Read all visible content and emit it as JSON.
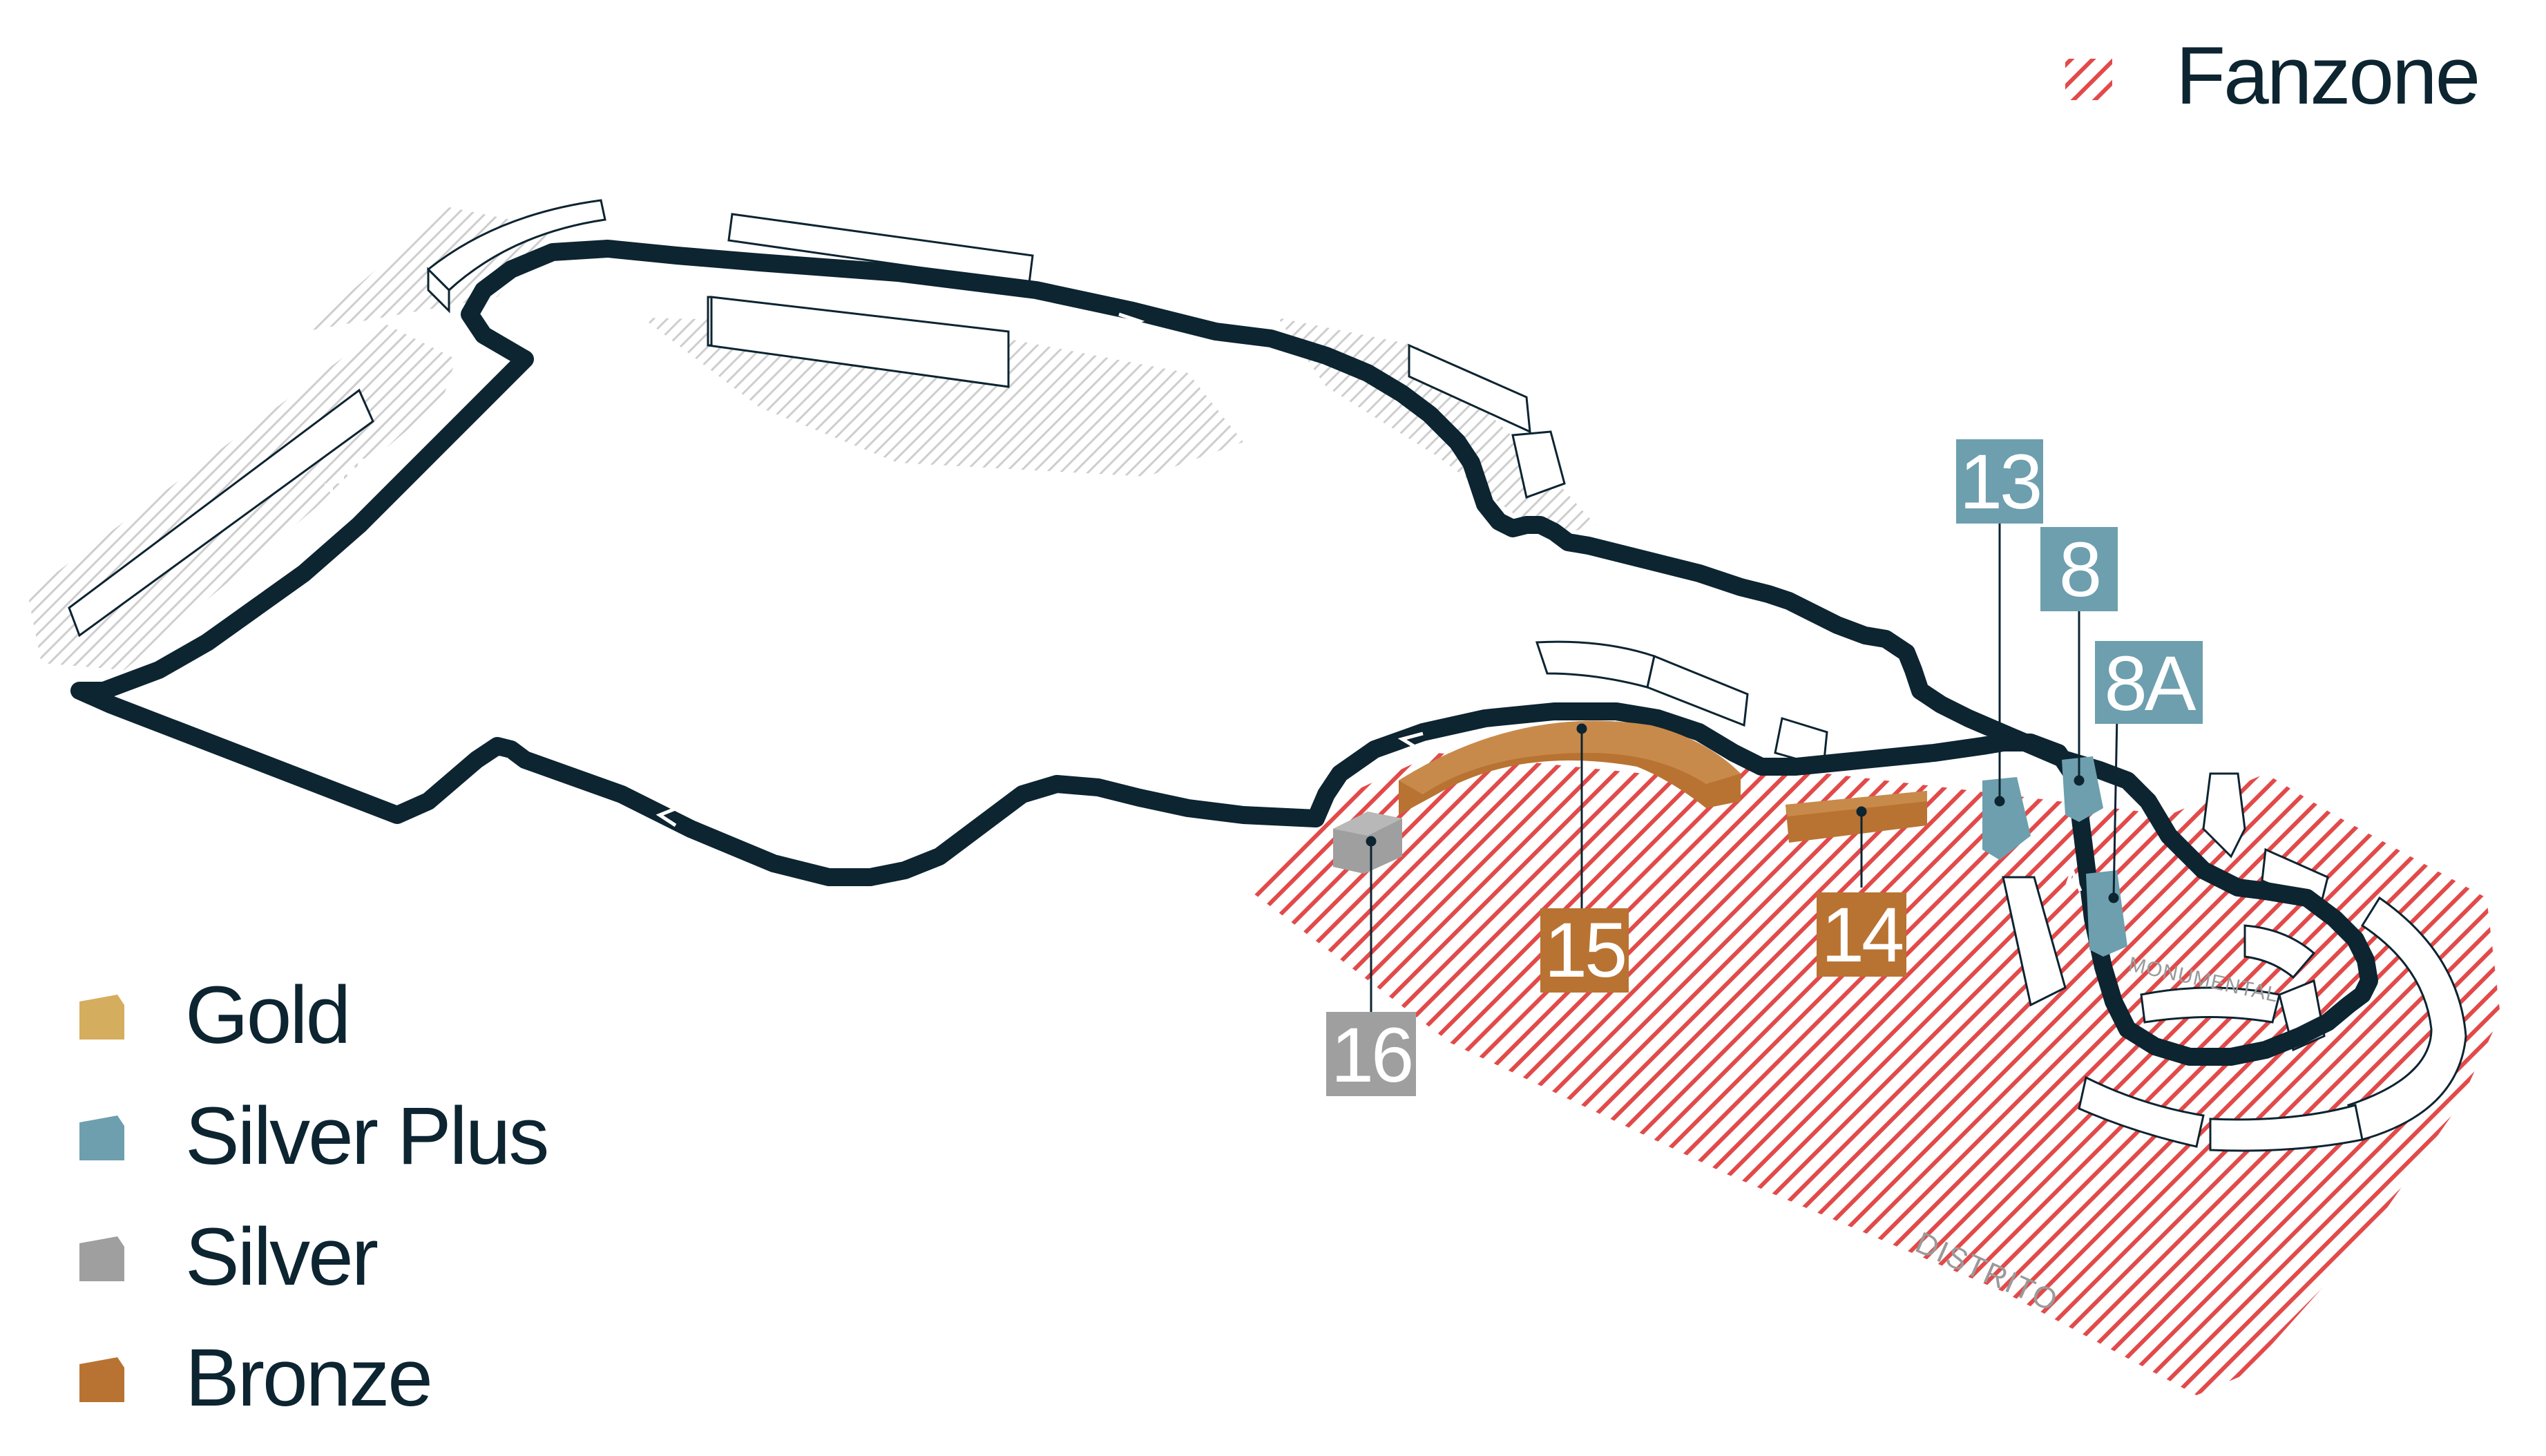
{
  "legend": {
    "fanzone_label": "Fanzone",
    "items": [
      {
        "label": "Gold",
        "color": "#d5ad5e"
      },
      {
        "label": "Silver Plus",
        "color": "#6d9fae"
      },
      {
        "label": "Silver",
        "color": "#9f9f9f"
      },
      {
        "label": "Bronze",
        "color": "#b87332"
      }
    ]
  },
  "stands": [
    {
      "id": "13",
      "tier": "Silver Plus",
      "color": "#6d9fae"
    },
    {
      "id": "8",
      "tier": "Silver Plus",
      "color": "#6d9fae"
    },
    {
      "id": "8A",
      "tier": "Silver Plus",
      "color": "#6d9fae"
    },
    {
      "id": "15",
      "tier": "Bronze",
      "color": "#b87332"
    },
    {
      "id": "14",
      "tier": "Bronze",
      "color": "#b87332"
    },
    {
      "id": "16",
      "tier": "Silver",
      "color": "#9f9f9f"
    }
  ],
  "areas": {
    "monumental": "MONUMENTAL",
    "distrito": "DISTRITO"
  },
  "colors": {
    "track": "#0d2431",
    "fanzone_hatch": "#e24a4a"
  }
}
